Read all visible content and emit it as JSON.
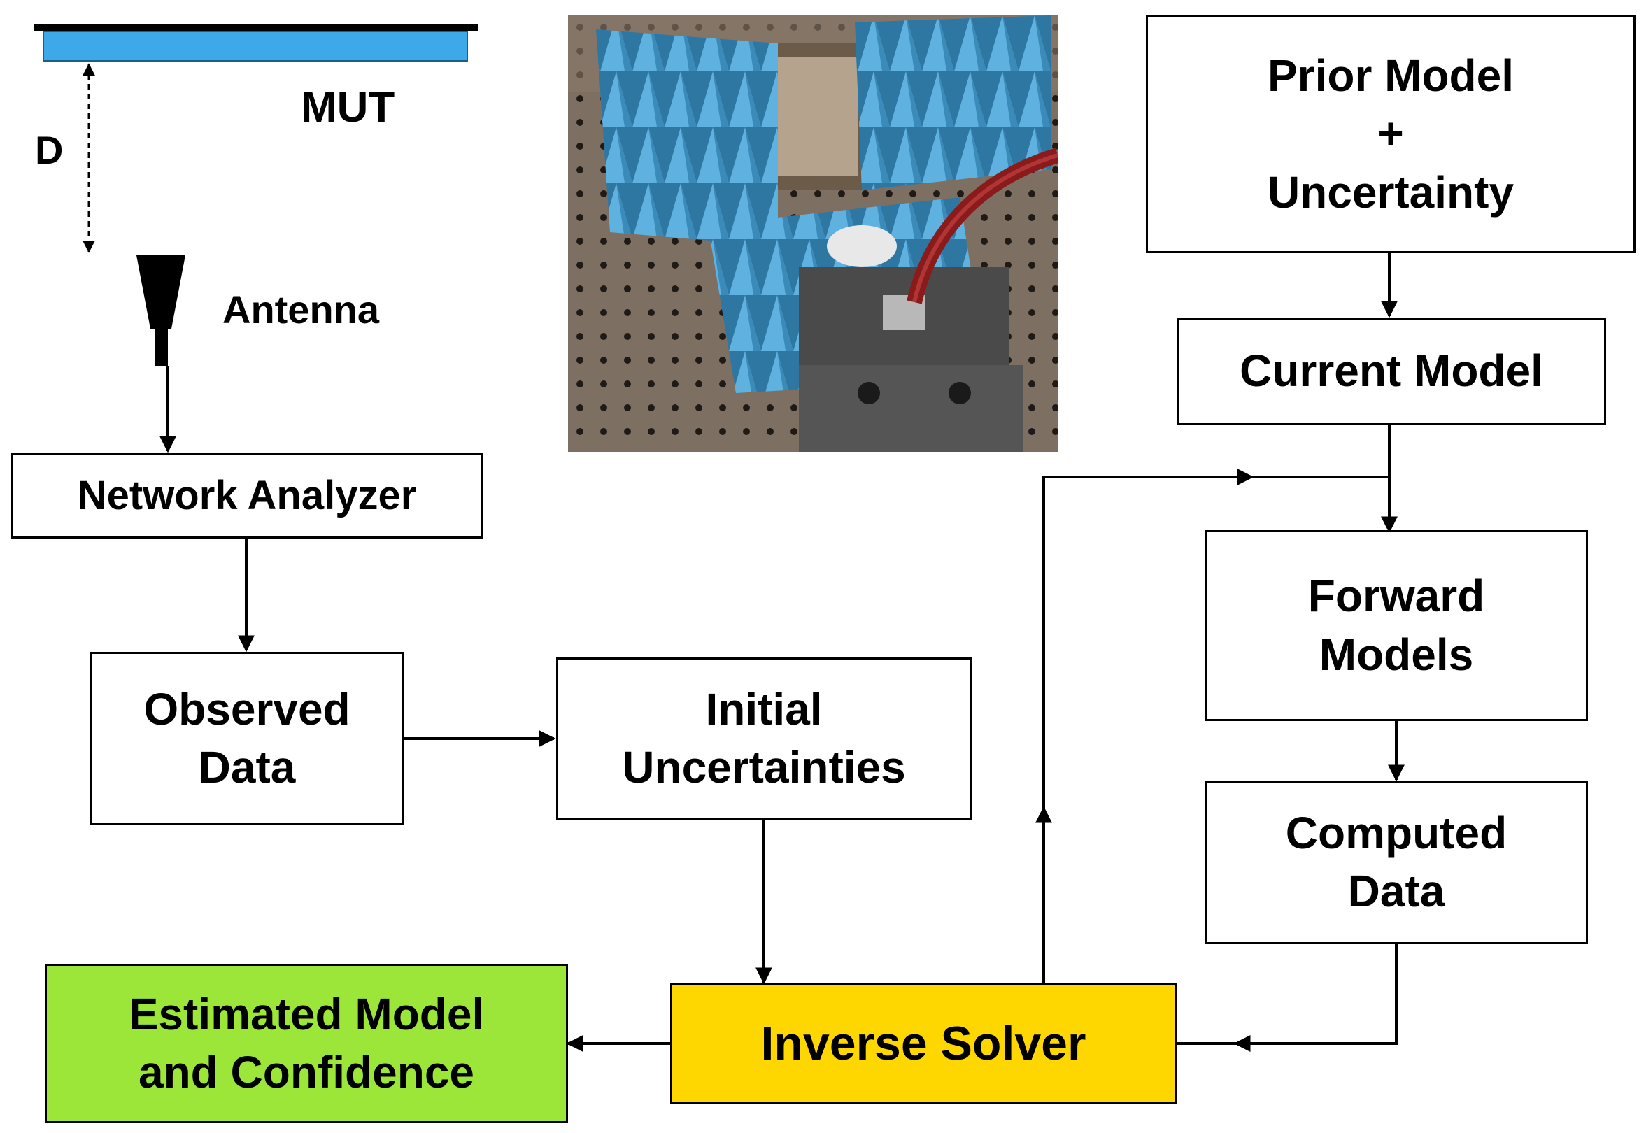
{
  "setup": {
    "mut_label": "MUT",
    "distance_label": "D",
    "antenna_label": "Antenna"
  },
  "boxes": {
    "prior_model": "Prior Model\n+\nUncertainty",
    "current_model": "Current Model",
    "network_analyzer": "Network Analyzer",
    "observed_data": "Observed\nData",
    "initial_uncertainties": "Initial\nUncertainties",
    "forward_models": "Forward\nModels",
    "computed_data": "Computed\nData",
    "inverse_solver": "Inverse Solver",
    "estimated_model": "Estimated Model\nand Confidence"
  },
  "colors": {
    "mut_slab": "#3DA9E8",
    "absorber": "#4A9DC9",
    "inverse_solver_fill": "#FFD700",
    "estimated_model_fill": "#9BE639",
    "line": "#000000"
  }
}
